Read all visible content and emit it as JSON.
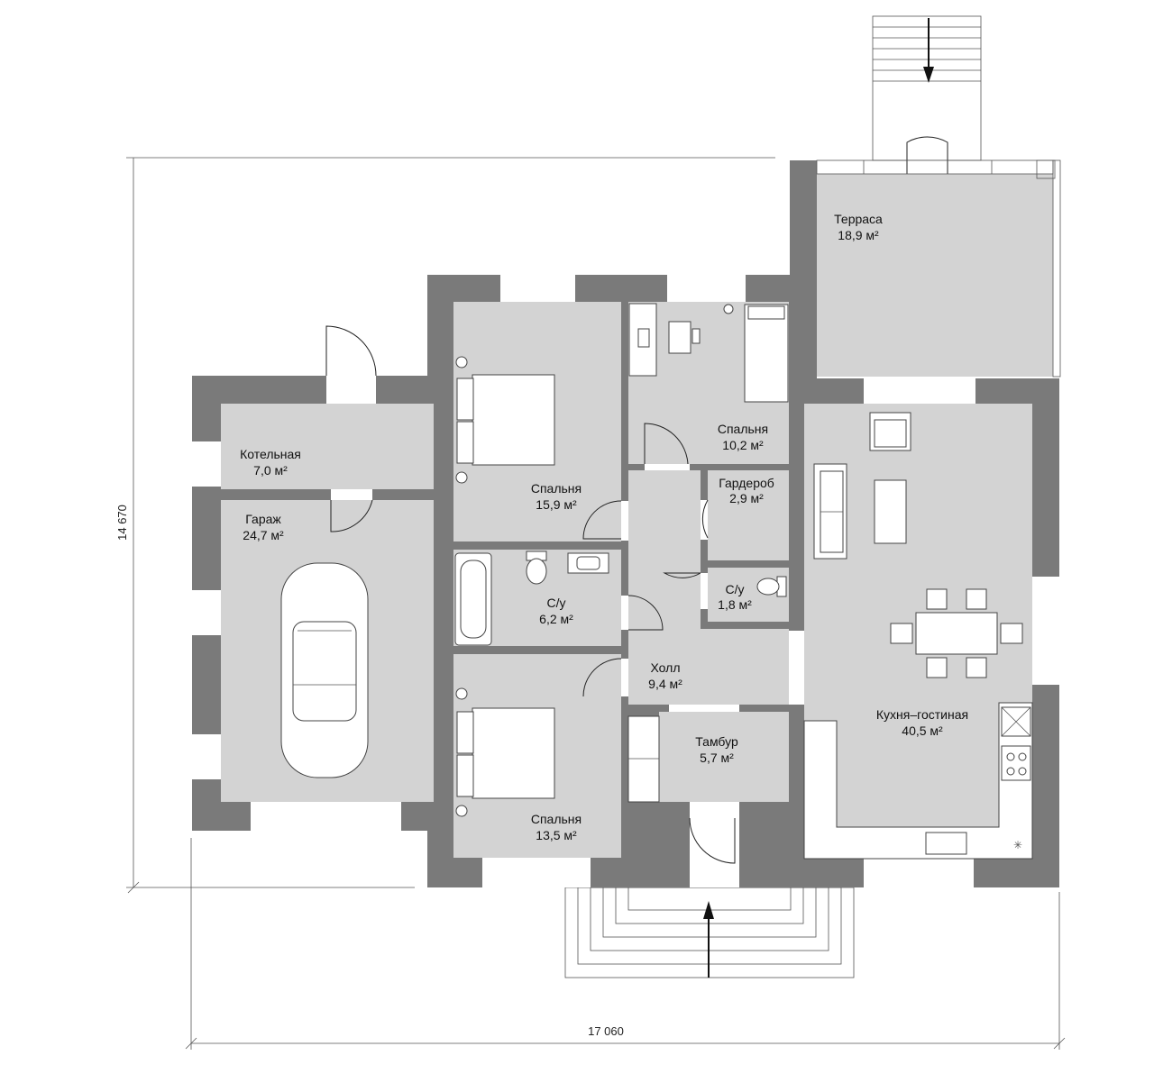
{
  "rooms": [
    {
      "name": "Терраса",
      "area": "18,9 м²"
    },
    {
      "name": "Котельная",
      "area": "7,0 м²"
    },
    {
      "name": "Гараж",
      "area": "24,7 м²"
    },
    {
      "name": "Спальня",
      "area": "15,9 м²"
    },
    {
      "name": "Спальня",
      "area": "10,2 м²"
    },
    {
      "name": "Гардероб",
      "area": "2,9 м²"
    },
    {
      "name": "С/у",
      "area": "6,2 м²"
    },
    {
      "name": "С/у",
      "area": "1,8 м²"
    },
    {
      "name": "Холл",
      "area": "9,4 м²"
    },
    {
      "name": "Тамбур",
      "area": "5,7 м²"
    },
    {
      "name": "Спальня",
      "area": "13,5 м²"
    },
    {
      "name": "Кухня–гостиная",
      "area": "40,5 м²"
    }
  ],
  "dimensions": {
    "width": "17 060",
    "height": "14 670"
  },
  "colors": {
    "wall": "#7a7a7a",
    "floor": "#d3d3d3",
    "background": "#ffffff"
  }
}
